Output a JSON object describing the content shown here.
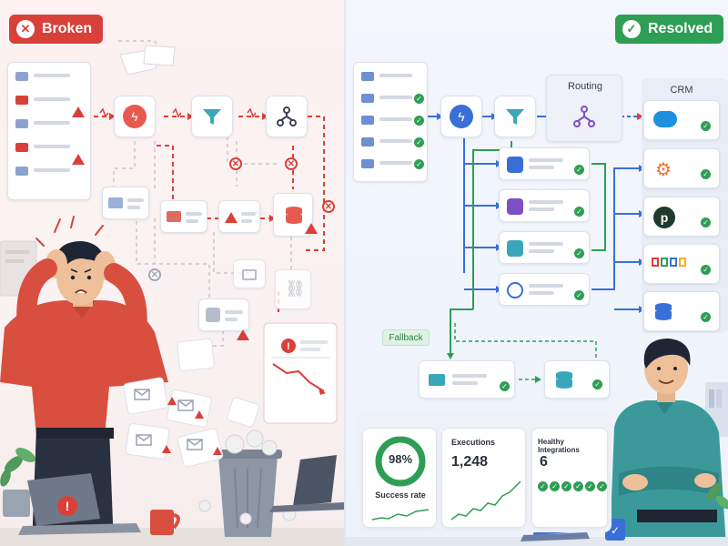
{
  "left_panel": {
    "status_label": "Broken",
    "status_color": "#d9403a"
  },
  "right_panel": {
    "status_label": "Resolved",
    "status_color": "#2f9e55",
    "routing_label": "Routing",
    "crm_label": "CRM",
    "fallback_label": "Fallback",
    "success_rate": {
      "value": "98%",
      "label": "Success rate",
      "fraction": 0.98
    },
    "executions": {
      "title": "Executions",
      "value": "1,248"
    },
    "healthy_integrations": {
      "title": "Healthy Integrations",
      "value": "6"
    }
  },
  "icons": [
    "email-icon",
    "lightning-icon",
    "filter-icon",
    "routing-icon",
    "database-icon",
    "link-icon",
    "user-icon",
    "tag-icon",
    "chart-icon",
    "headset-icon",
    "salesforce-icon",
    "hubspot-icon",
    "pipedrive-icon",
    "zoho-icon",
    "warning-icon",
    "error-icon",
    "check-icon",
    "trash-icon",
    "laptop-icon",
    "mug-icon",
    "plant-icon"
  ]
}
